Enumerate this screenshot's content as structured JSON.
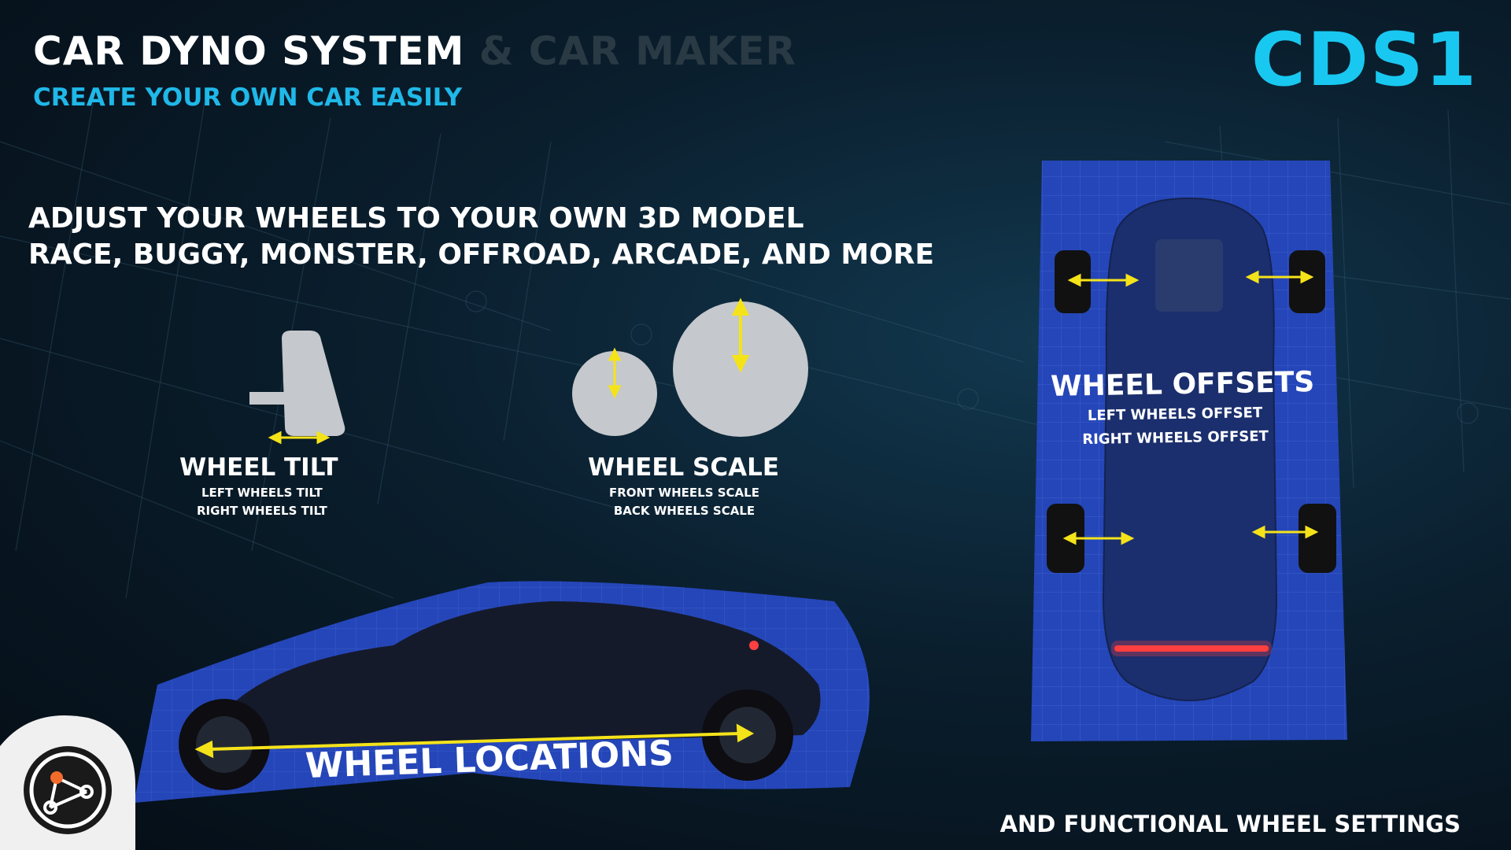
{
  "header": {
    "title_primary": "CAR DYNO SYSTEM",
    "title_secondary": "& CAR MAKER",
    "subtitle": "CREATE YOUR OWN CAR EASILY",
    "brand": "CDS1"
  },
  "headline": {
    "line1": "ADJUST YOUR WHEELS TO YOUR OWN 3D MODEL",
    "line2": "RACE, BUGGY, MONSTER, OFFROAD, ARCADE, AND MORE"
  },
  "features": {
    "tilt": {
      "title": "WHEEL TILT",
      "sub1": "LEFT WHEELS TILT",
      "sub2": "RIGHT WHEELS TILT"
    },
    "scale": {
      "title": "WHEEL SCALE",
      "sub1": "FRONT WHEELS SCALE",
      "sub2": "BACK WHEELS SCALE"
    },
    "offsets": {
      "title": "WHEEL OFFSETS",
      "sub1": "LEFT WHEELS OFFSET",
      "sub2": "RIGHT WHEELS OFFSET"
    },
    "locations": {
      "title": "WHEEL LOCATIONS"
    }
  },
  "footer": {
    "note": "AND FUNCTIONAL WHEEL SETTINGS"
  },
  "icons": [
    "node-graph-logo-icon",
    "double-arrow-icon"
  ],
  "colors": {
    "accent_cyan": "#19c8f0",
    "arrow_yellow": "#f5e31a",
    "panel_blue": "#2546b8",
    "shape_gray": "#c5c8cc",
    "logo_orange": "#f26b2a"
  }
}
